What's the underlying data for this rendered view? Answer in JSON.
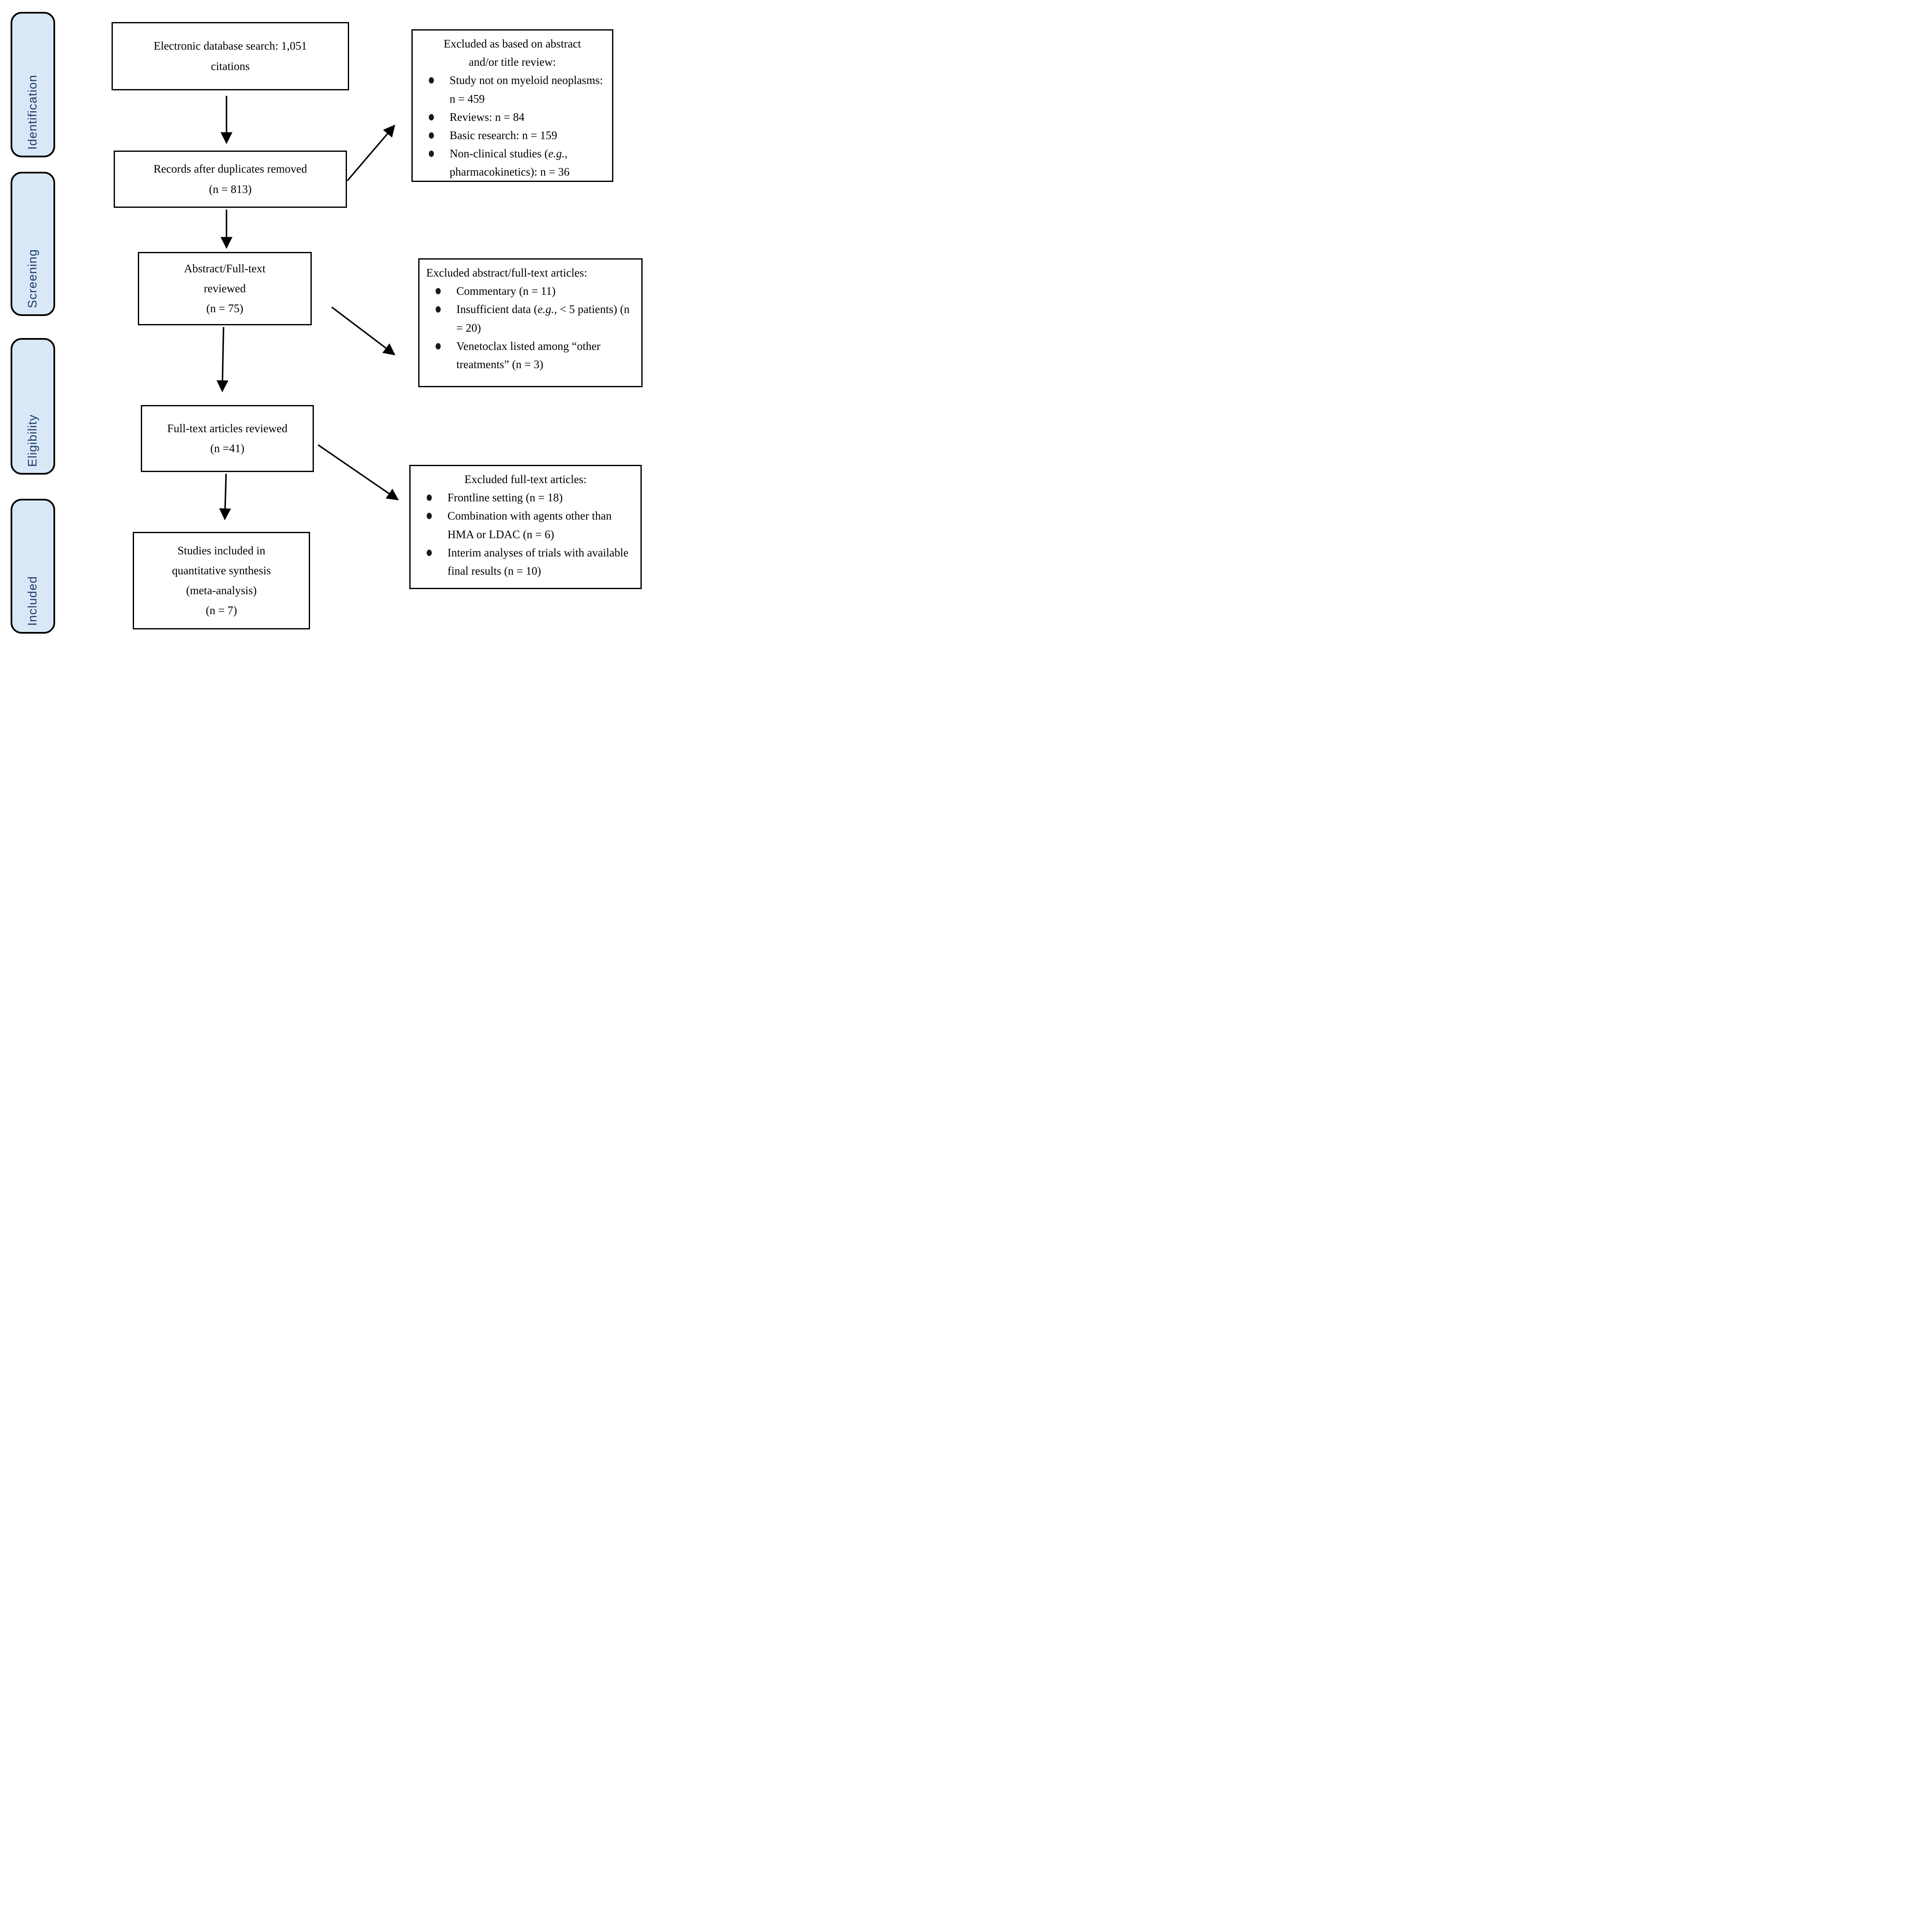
{
  "figure": {
    "kind": "PRISMA flow diagram"
  },
  "stages": [
    {
      "label": "Identification"
    },
    {
      "label": "Screening"
    },
    {
      "label": "Eligibility"
    },
    {
      "label": "Included"
    }
  ],
  "flow_boxes": [
    {
      "text": "Electronic database search: 1,051\ncitations"
    },
    {
      "text": "Records after duplicates removed\n(n = 813)"
    },
    {
      "text": "Abstract/Full-text\nreviewed\n(n = 75)"
    },
    {
      "text": "Full-text articles reviewed\n(n =41)"
    },
    {
      "text": "Studies included in\nquantitative synthesis\n(meta-analysis)\n(n = 7)"
    }
  ],
  "exclusion_boxes": [
    {
      "title": "Excluded as based on abstract\nand/or title review:",
      "items": [
        [
          {
            "text": "Study not on myeloid neoplasms: n = 459"
          }
        ],
        [
          {
            "text": "Reviews: n = 84"
          }
        ],
        [
          {
            "text": "Basic research: n = 159"
          }
        ],
        [
          {
            "text": "Non-clinical studies ("
          },
          {
            "text": "e.g.,",
            "italic": true
          },
          {
            "text": " pharmacokinetics): n = 36"
          }
        ]
      ]
    },
    {
      "title": "Excluded abstract/full-text articles:",
      "items": [
        [
          {
            "text": "Commentary (n = 11)"
          }
        ],
        [
          {
            "text": "Insufficient data ("
          },
          {
            "text": "e.g.,",
            "italic": true
          },
          {
            "text": " < 5 patients) (n = 20)"
          }
        ],
        [
          {
            "text": "Venetoclax listed among “other treatments” (n = 3)"
          }
        ]
      ]
    },
    {
      "title": "Excluded full-text articles:",
      "items": [
        [
          {
            "text": "Frontline setting (n = 18)"
          }
        ],
        [
          {
            "text": "Combination with agents other than HMA or LDAC (n = 6)"
          }
        ],
        [
          {
            "text": "Interim analyses of trials with available final results (n = 10)"
          }
        ]
      ]
    }
  ],
  "colors": {
    "stage_fill": "#d9e8f7",
    "stage_text": "#1f3c6e",
    "box_border": "#000000",
    "arrow": "#000000",
    "background": "#ffffff"
  }
}
